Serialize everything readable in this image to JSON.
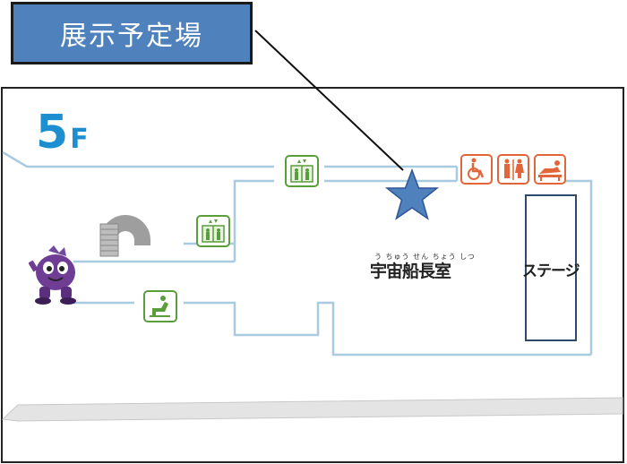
{
  "callout": {
    "label": "展示予定場"
  },
  "floor": {
    "number": "5",
    "unit": "F"
  },
  "room": {
    "name": "宇宙船長室",
    "ruby": "う ちゅう せん ちょう しつ"
  },
  "stage": {
    "label": "ステージ"
  },
  "icons": [
    "elevator-icon",
    "elevator-icon",
    "wheelchair-icon",
    "restroom-icon",
    "baby-changing-icon",
    "rest-area-icon",
    "staircase-icon",
    "mascot-character"
  ],
  "colors": {
    "wall": "#a9cbe0",
    "marker": "#4f81bd",
    "callout_bg": "#4f81bd",
    "green_icon": "#5a9e3c",
    "orange_icon": "#e2663a",
    "floor_label": "#1d8fd1"
  }
}
